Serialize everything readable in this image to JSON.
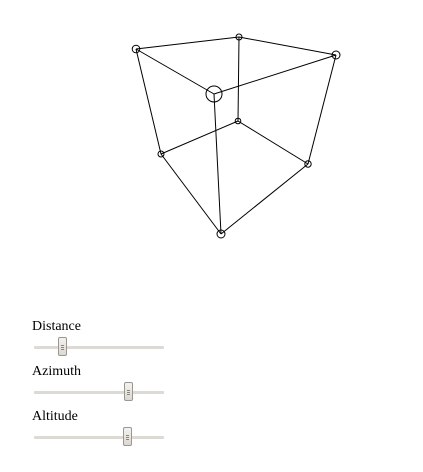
{
  "cube": {
    "stroke_color": "#000000",
    "vertex_marker": "circle"
  },
  "controls": [
    {
      "key": "distance",
      "label": "Distance",
      "value_fraction": 0.22
    },
    {
      "key": "azimuth",
      "label": "Azimuth",
      "value_fraction": 0.73
    },
    {
      "key": "altitude",
      "label": "Altitude",
      "value_fraction": 0.72
    }
  ]
}
